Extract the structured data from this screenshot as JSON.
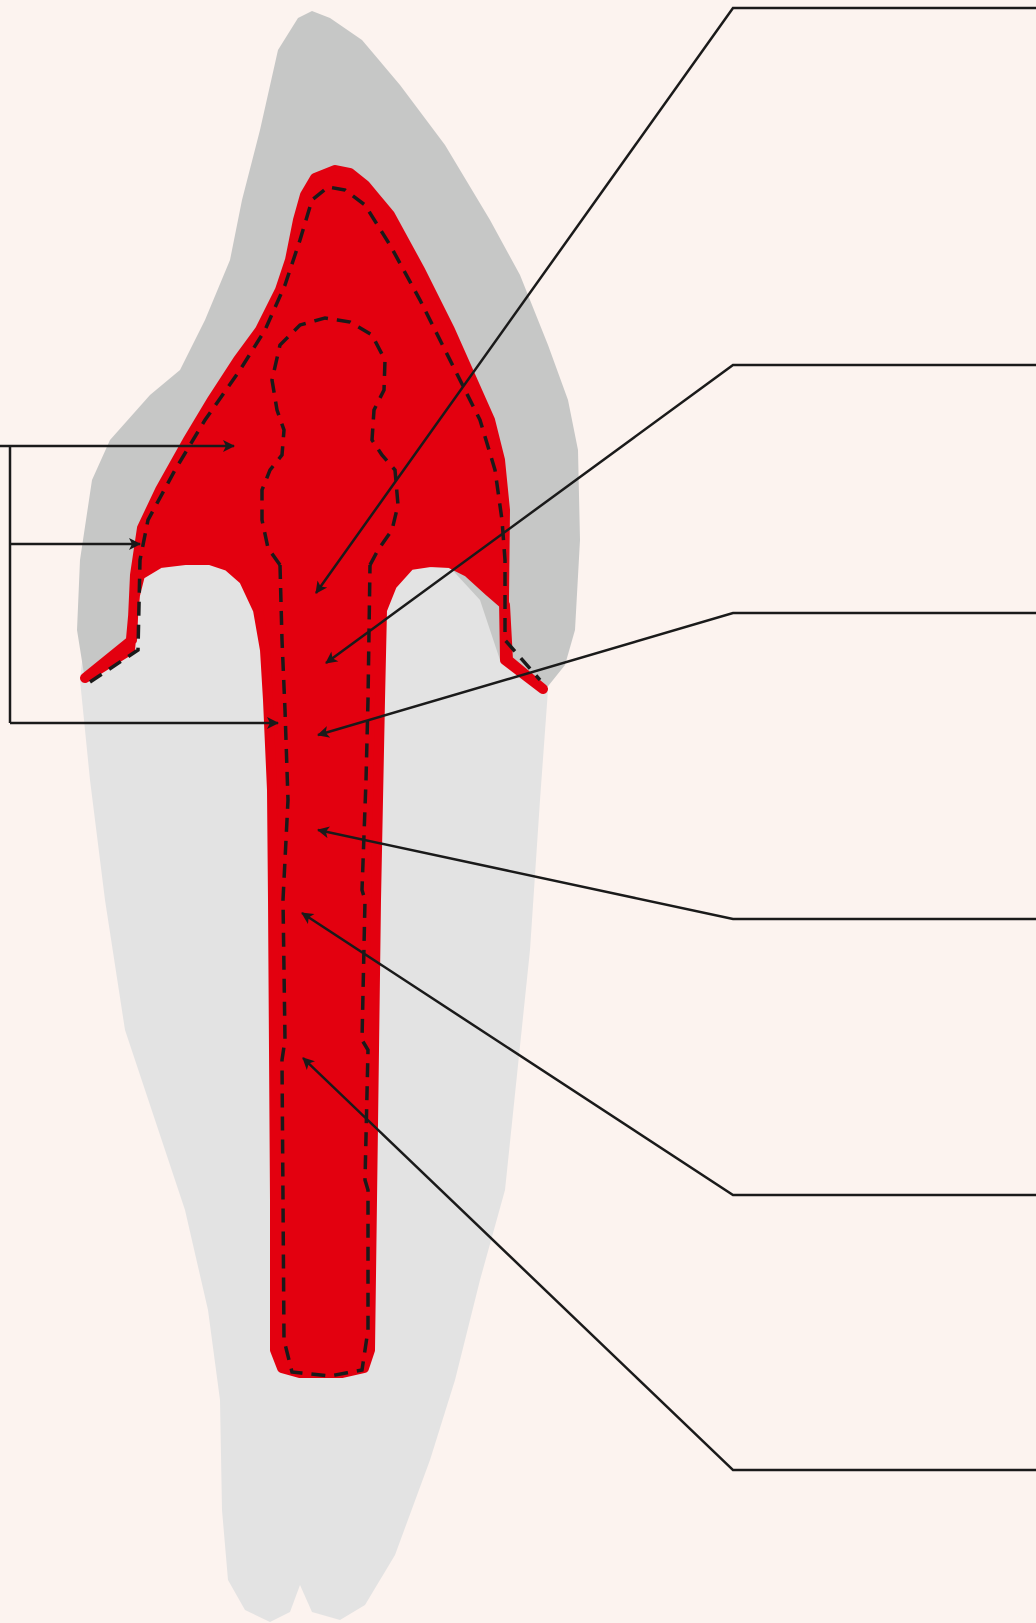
{
  "diagram": {
    "kind": "tooth cross-section with unlabeled callout leader lines",
    "labels": [],
    "colors": {
      "background": "#fcf3ef",
      "crown_enamel": "#c6c7c6",
      "root": "#e3e3e3",
      "post_core": "#e3000f",
      "outline_dashes": "#1a1a1a",
      "leader_lines": "#1a1a1a"
    },
    "callouts": {
      "left_bracket_arrows": 3,
      "right_leader_lines": 6
    }
  }
}
